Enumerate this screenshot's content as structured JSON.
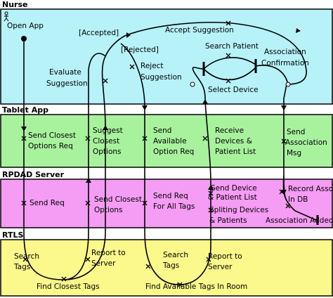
{
  "colors": {
    "nurse_lane": "#b6f2f8",
    "tablet_lane": "#a8f29e",
    "server_lane": "#f59cf4",
    "rtls_lane": "#fbf88c"
  },
  "lanes": {
    "nurse": "Nurse",
    "tablet": "Tablet App",
    "server": "RPDAD Server",
    "rtls": "RTLS"
  },
  "nurse": {
    "open_app": "Open App",
    "evaluate": [
      "Evaluate",
      "Suggestion"
    ],
    "accepted": "[Accepted]",
    "rejected": "[Rejected]",
    "accept_suggestion": "Accept Suggestion",
    "reject_suggestion": [
      "Reject",
      "Suggestion"
    ],
    "search_patient": "Search Patient",
    "select_device": "Select Device",
    "association_confirmation": [
      "Association",
      "Confirmation"
    ]
  },
  "tablet": {
    "send_closest_options_req": [
      "Send Closest",
      "Options Req"
    ],
    "suggest_closest_options": [
      "Suggest",
      "Closest",
      "Options"
    ],
    "send_available_option_req": [
      "Send",
      "Available",
      "Option Req"
    ],
    "receive_devices": [
      "Receive",
      "Devices &",
      "Patient List"
    ],
    "send_association_msg": [
      "Send",
      "Association",
      "Msg"
    ]
  },
  "server": {
    "send_req": "Send Req",
    "send_closest_options": [
      "Send Closest",
      "Options"
    ],
    "send_req_for_all_tags": [
      "Send Req",
      "For All Tags"
    ],
    "send_device_patient_list": [
      "Send Device",
      "& Patient List"
    ],
    "spliting_devices": [
      "Spliting Devices",
      "& Patients"
    ],
    "record_asso": [
      "Record Asso",
      "In DB"
    ],
    "association_added": "Association Added"
  },
  "rtls": {
    "search_tags_1": [
      "Search",
      "Tags"
    ],
    "report_to_server_1": [
      "Report to",
      "Server"
    ],
    "find_closest_tags": "Find Closest Tags",
    "search_tags_2": [
      "Search",
      "Tags"
    ],
    "report_to_server_2": [
      "Report to",
      "Server"
    ],
    "find_available_tags": "Find Available Tags In Room"
  }
}
